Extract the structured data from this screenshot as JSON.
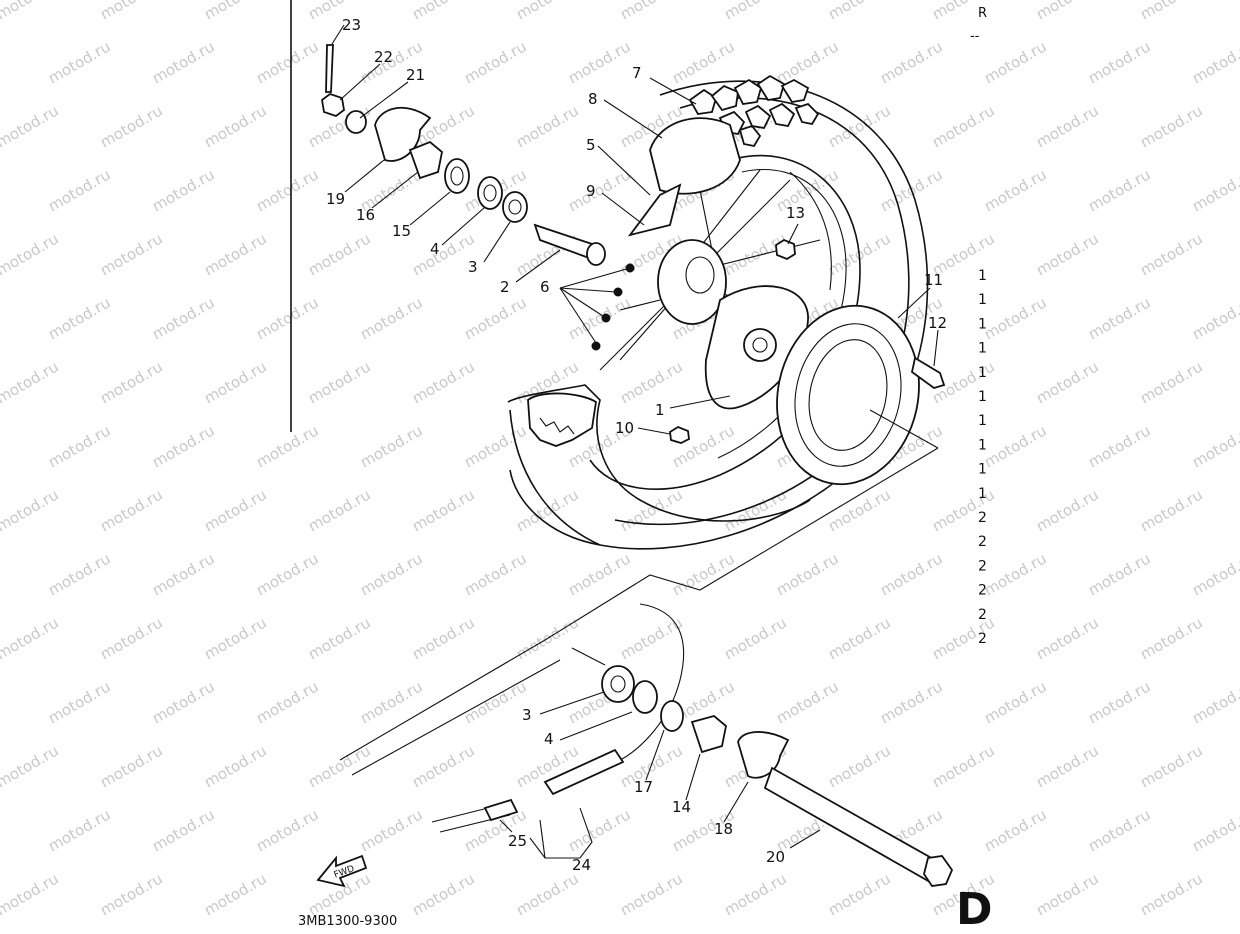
{
  "header": {
    "r_mark": "R",
    "dash_mark": "--"
  },
  "diagram_code": "3MB1300-9300",
  "section_letter": "D",
  "fwd_label": "FWD",
  "watermark_text": "motod.ru",
  "callouts": {
    "c1": "1",
    "c2": "2",
    "c3a": "3",
    "c3b": "3",
    "c4a": "4",
    "c4b": "4",
    "c5": "5",
    "c6": "6",
    "c7": "7",
    "c8": "8",
    "c9": "9",
    "c10": "10",
    "c11": "11",
    "c12": "12",
    "c13": "13",
    "c14": "14",
    "c15": "15",
    "c16": "16",
    "c17": "17",
    "c18": "18",
    "c19": "19",
    "c20": "20",
    "c21": "21",
    "c22": "22",
    "c23": "23",
    "c24": "24",
    "c25": "25"
  },
  "qty_column": [
    "1",
    "1",
    "1",
    "1",
    "1",
    "1",
    "1",
    "1",
    "1",
    "1",
    "2",
    "2",
    "2",
    "2",
    "2",
    "2"
  ]
}
